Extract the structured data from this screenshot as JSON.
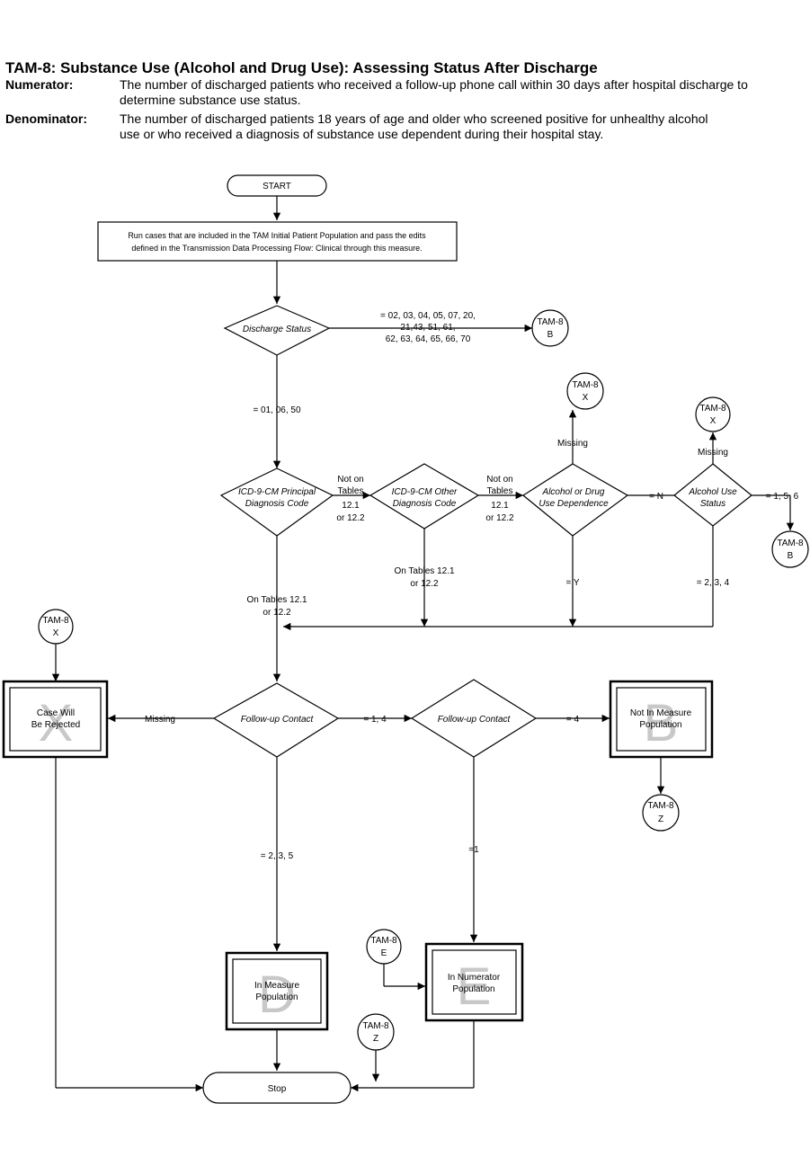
{
  "header": {
    "title": "TAM-8:  Substance Use (Alcohol and Drug Use): Assessing Status After Discharge",
    "numerator_label": "Numerator:",
    "numerator_text_1": "The number of discharged patients who received a follow-up phone call within 30 days after hospital discharge to",
    "numerator_text_2": "determine  substance use status.",
    "denominator_label": "Denominator:",
    "denominator_text_1": "The number of discharged patients 18 years of age and older who screened positive for unhealthy alcohol",
    "denominator_text_2": "use or who received a diagnosis of substance use dependent during their hospital stay."
  },
  "flow": {
    "start": "START",
    "process_1": "Run cases that are included in the TAM Initial Patient  Population and pass the edits",
    "process_2": "defined in the Transmission Data Processing Flow: Clinical through this measure.",
    "discharge_status": "Discharge Status",
    "ds_out_1": "= 02, 03, 04, 05, 07, 20,",
    "ds_out_2": "21,43,  51, 61,",
    "ds_out_3": "62,  63, 64, 65, 66, 70",
    "ds_cont": "= 01, 06, 50",
    "icd_principal_1": "ICD-9-CM Principal",
    "icd_principal_2": "Diagnosis Code",
    "not_on_1": "Not on",
    "not_on_2": "Tables",
    "not_on_3": "12.1",
    "not_on_4": "or 12.2",
    "icd_other_1": "ICD-9-CM Other",
    "icd_other_2": "Diagnosis Code",
    "dep_1": "Alcohol or Drug",
    "dep_2": "Use Dependence",
    "eq_n": "= N",
    "alc_status_1": "Alcohol Use",
    "alc_status_2": "Status",
    "eq_156": "= 1, 5, 6",
    "missing": "Missing",
    "on_tables_a_1": "On Tables 12.1",
    "on_tables_a_2": "or 12.2",
    "on_tables_b_1": "On  Tables 12.1",
    "on_tables_b_2": "or 12.2",
    "eq_y": "= Y",
    "eq_234": "= 2, 3, 4",
    "followup": "Follow-up Contact",
    "eq_14": "= 1, 4",
    "eq_4": "= 4",
    "eq_235": "= 2, 3, 5",
    "eq_1": "=1",
    "rejected_1": "Case Will",
    "rejected_2": "Be Rejected",
    "not_in_measure_1": "Not In Measure",
    "not_in_measure_2": "Population",
    "in_measure_1": "In Measure",
    "in_measure_2": "Population",
    "in_numerator_1": "In Numerator",
    "in_numerator_2": "Population",
    "stop": "Stop",
    "letter_x": "X",
    "letter_b": "B",
    "letter_d": "D",
    "letter_e": "E",
    "conn_tam8": "TAM-8",
    "conn_b": "B",
    "conn_x": "X",
    "conn_z": "Z",
    "conn_e": "E"
  }
}
